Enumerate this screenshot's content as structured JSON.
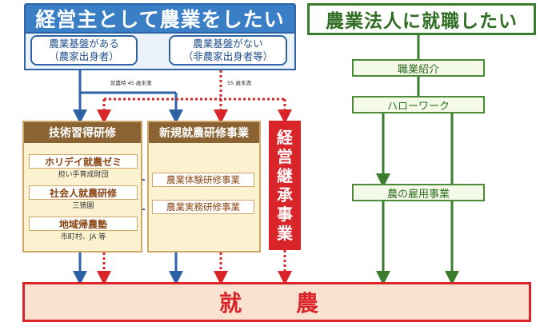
{
  "left_group": {
    "title": "経営主として農業をしたい",
    "with_base": {
      "line1": "農業基盤がある",
      "line2": "（農家出身者）"
    },
    "without_base": {
      "line1": "農業基盤がない",
      "line2": "（非農家出身者等）"
    },
    "note_with_base": "就農時 45 歳未満",
    "note_without_base": "55 歳未満"
  },
  "right_group": {
    "title": "農業法人に就職したい",
    "job_intro": "職業紹介",
    "hello_work": "ハローワーク",
    "farm_employment": "農の雇用事業"
  },
  "tech_training": {
    "title": "技術習得研修",
    "items": [
      {
        "label": "ホリデイ就農ゼミ",
        "sub": "担い手育成財団"
      },
      {
        "label": "社会人就農研修",
        "sub": "三徳園"
      },
      {
        "label": "地域帰農塾",
        "sub": "市町村、JA 等"
      }
    ]
  },
  "new_training": {
    "title": "新規就農研修事業",
    "items": [
      "農業体験研修事業",
      "農業実務研修事業"
    ]
  },
  "succession": {
    "chars": [
      "経",
      "営",
      "継",
      "承",
      "事",
      "業"
    ]
  },
  "result": {
    "label": "就　農"
  },
  "colors": {
    "blue": "#2e63a6",
    "green": "#3a7d2c",
    "red": "#d9252a",
    "brown": "#8b6232",
    "cream": "#fdf2cf"
  }
}
